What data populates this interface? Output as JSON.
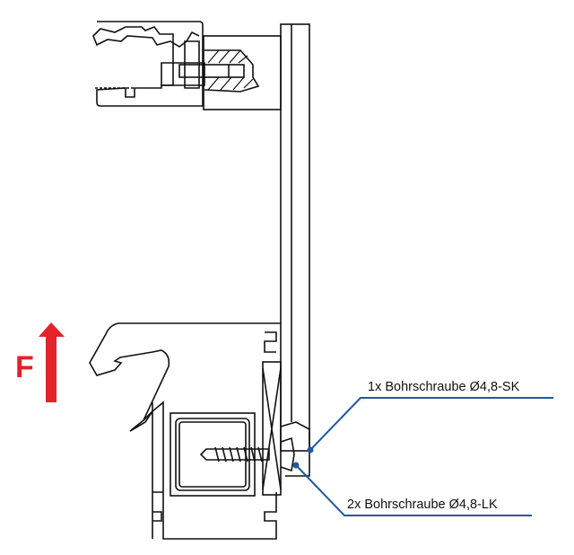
{
  "force_label": "F",
  "callouts": [
    {
      "text": "1x Bohrschraube Ø4,8-SK"
    },
    {
      "text": "2x Bohrschraube Ø4,8-LK"
    }
  ],
  "colors": {
    "force": "#e3222a",
    "leader": "#1f5a9e",
    "line": "#111111"
  }
}
